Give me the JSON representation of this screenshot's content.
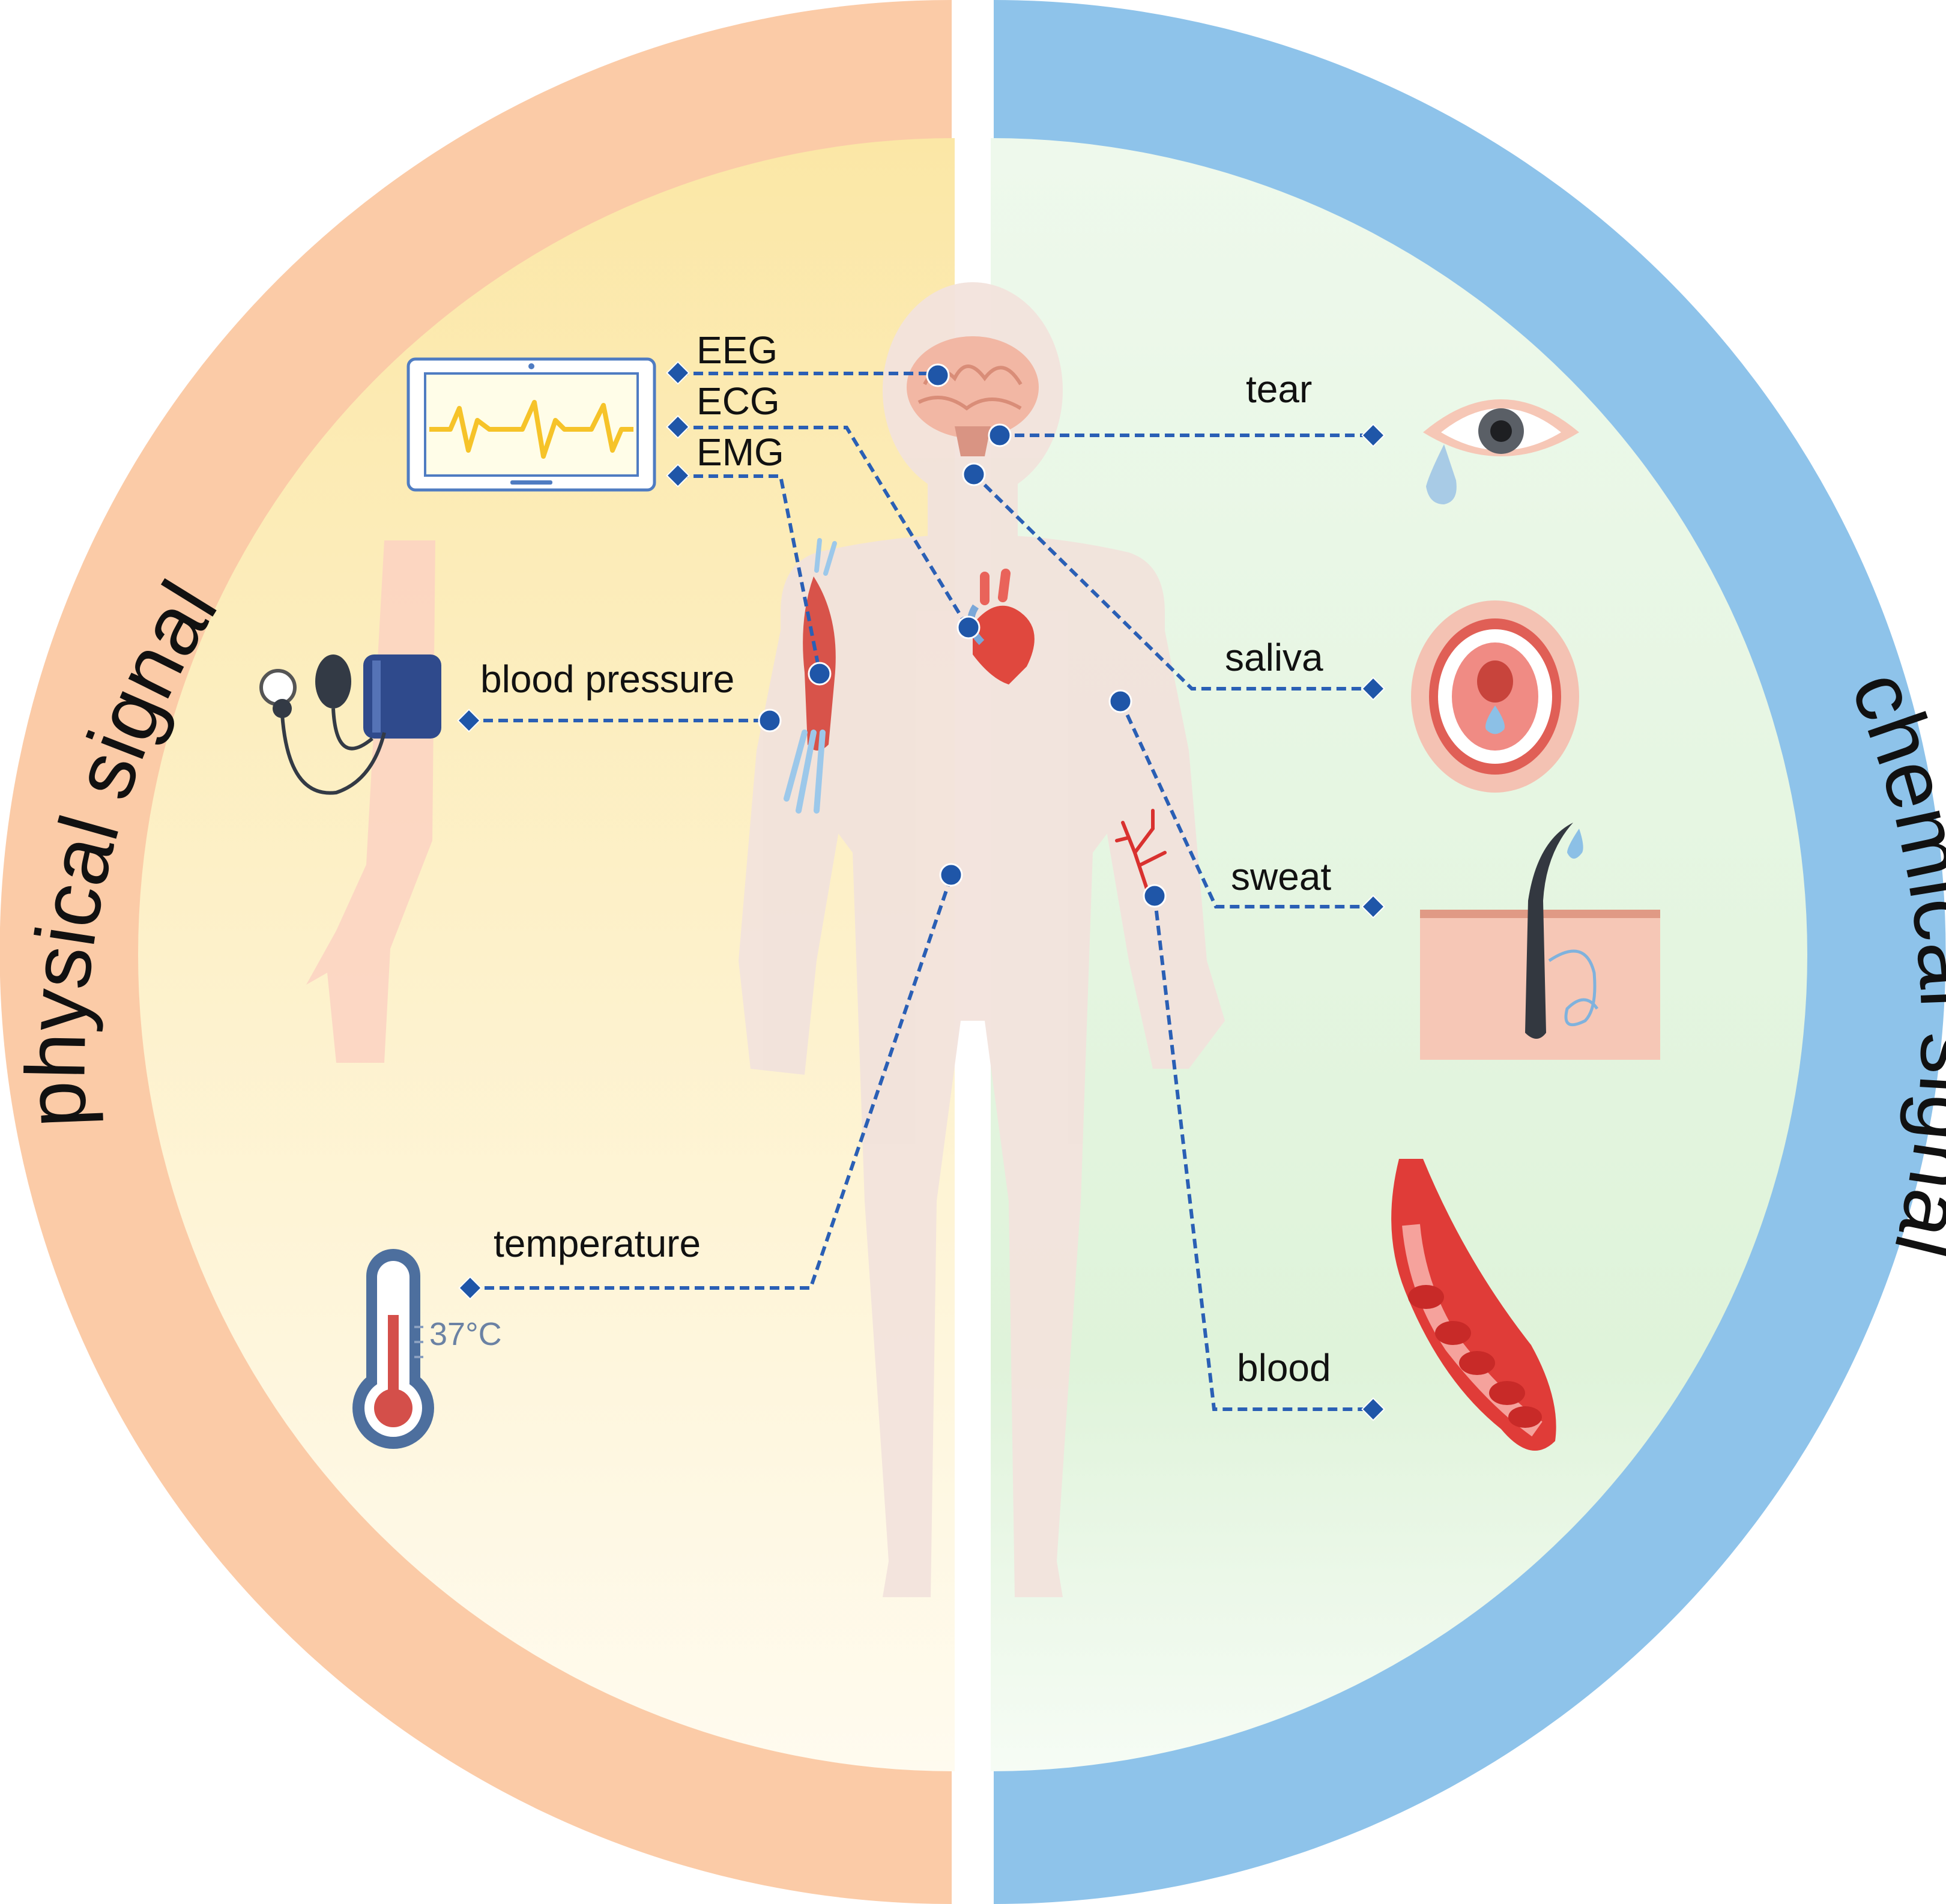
{
  "ring": {
    "left_label": "physical signal",
    "left_word1": "physical",
    "left_word2": "signal",
    "right_label": "chemical signal",
    "right_word1": "chemical",
    "right_word2": "signal"
  },
  "colors": {
    "left_ring": "#fbcba7",
    "right_ring": "#8ec3ea",
    "left_bg": "#fdf0c0",
    "right_bg": "#e2f4de",
    "link": "#2a5fb5",
    "body": "#f2e3dc"
  },
  "physical": {
    "eeg": "EEG",
    "ecg": "ECG",
    "emg": "EMG",
    "blood_pressure": "blood pressure",
    "temperature": "temperature",
    "thermometer_reading": "37°C"
  },
  "chemical": {
    "tear": "tear",
    "saliva": "saliva",
    "sweat": "sweat",
    "blood": "blood"
  },
  "icons": [
    "tablet-monitor-icon",
    "sphygmomanometer-icon",
    "thermometer-icon",
    "brain-icon",
    "heart-icon",
    "muscle-icon",
    "blood-vessel-icon",
    "eye-icon",
    "mouth-icon",
    "skin-sweat-gland-icon",
    "human-body-icon"
  ]
}
